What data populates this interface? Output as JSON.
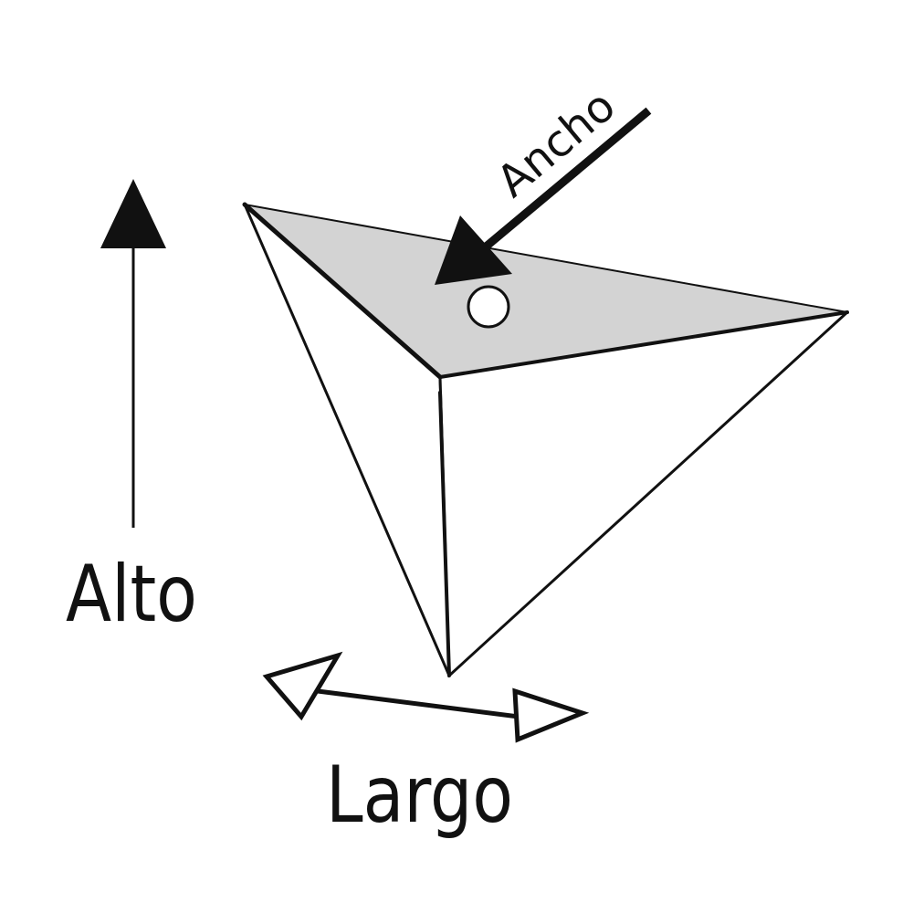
{
  "labels": {
    "height": "Alto",
    "length": "Largo",
    "width": "Ancho"
  },
  "colors": {
    "ink": "#111111",
    "top_face": "#d3d3d3",
    "faces": "#ffffff",
    "hole_fill": "#ffffff",
    "background": "#ffffff"
  }
}
